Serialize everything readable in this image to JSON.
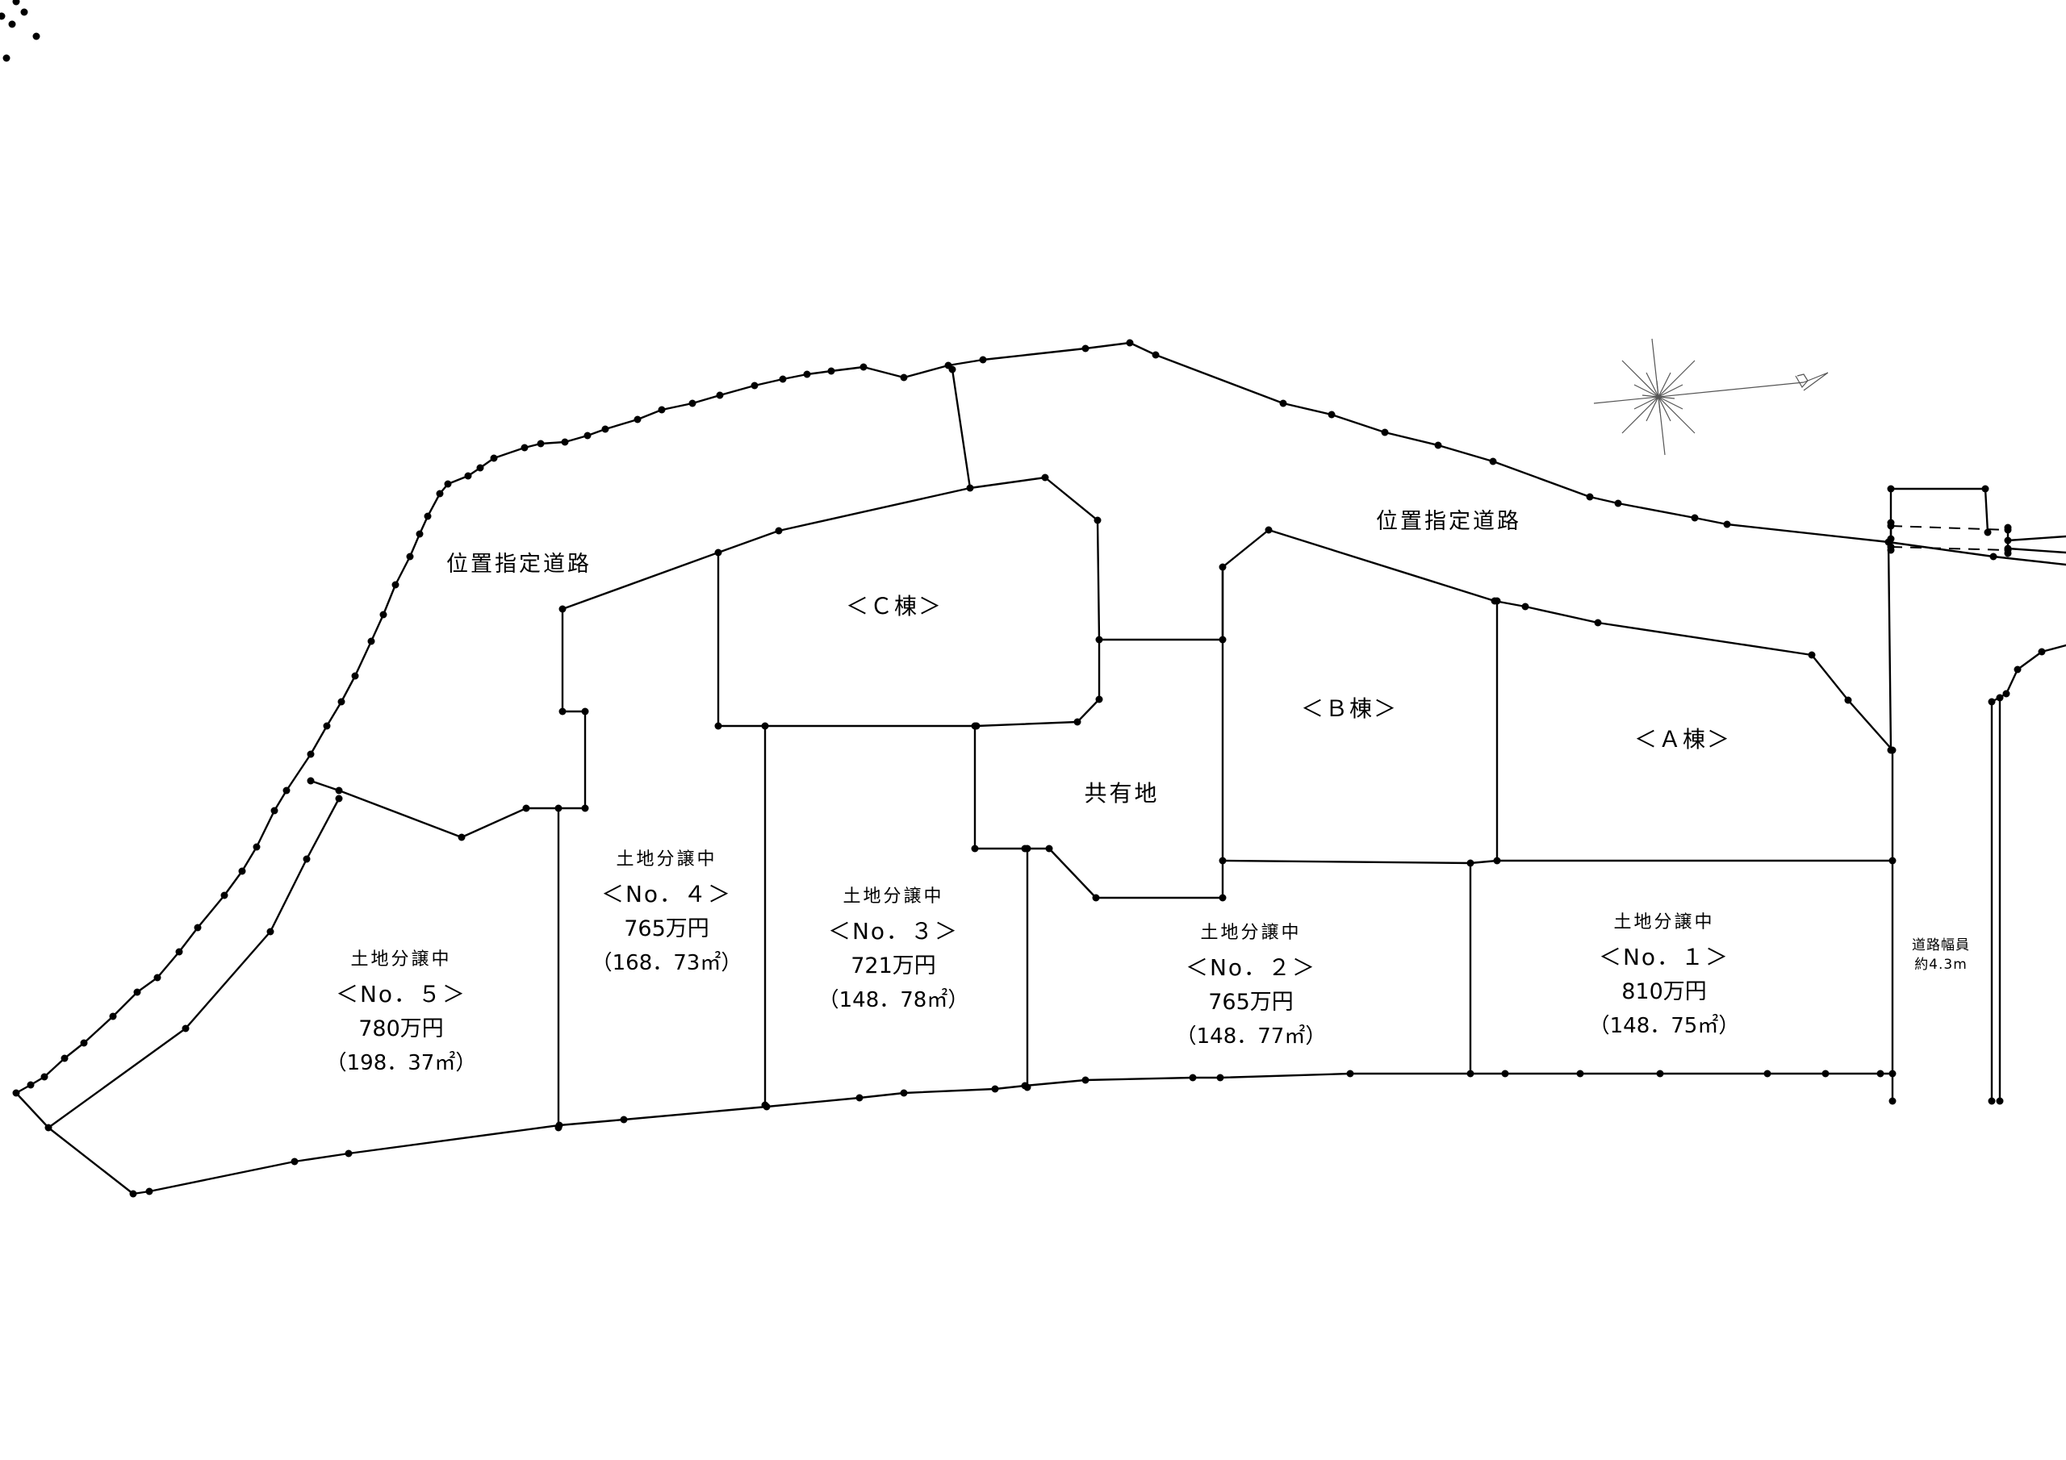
{
  "roads": {
    "left_road_label": "位置指定道路",
    "right_road_label": "位置指定道路",
    "road_width_label": "道路幅員",
    "road_width_value": "約4.3m"
  },
  "buildings": {
    "c": "＜Ｃ棟＞",
    "b": "＜Ｂ棟＞",
    "a": "＜Ａ棟＞"
  },
  "common_area": "共有地",
  "lots": [
    {
      "status": "土地分譲中",
      "number": "＜No．５＞",
      "price": "780万円",
      "area": "（198．37㎡）"
    },
    {
      "status": "土地分譲中",
      "number": "＜No．４＞",
      "price": "765万円",
      "area": "（168．73㎡）"
    },
    {
      "status": "土地分譲中",
      "number": "＜No．３＞",
      "price": "721万円",
      "area": "（148．78㎡）"
    },
    {
      "status": "土地分譲中",
      "number": "＜No．２＞",
      "price": "765万円",
      "area": "（148．77㎡）"
    },
    {
      "status": "土地分譲中",
      "number": "＜No．１＞",
      "price": "810万円",
      "area": "（148．75㎡）"
    }
  ],
  "compass": {
    "icon": "north-arrow-icon"
  }
}
